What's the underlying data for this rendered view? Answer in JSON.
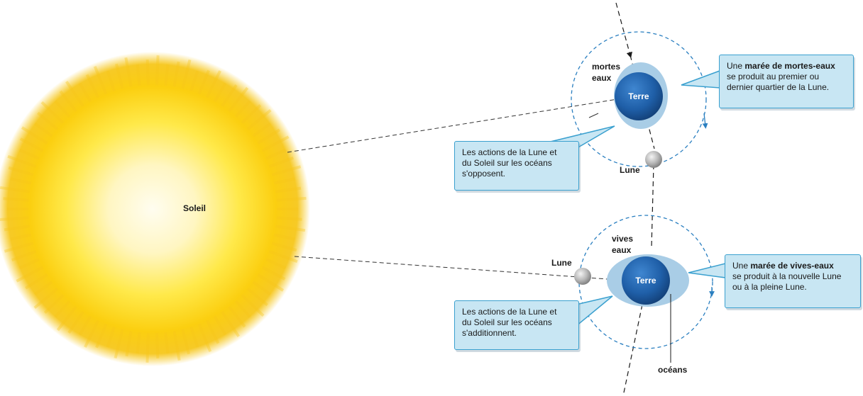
{
  "sun": {
    "label": "Soleil"
  },
  "spring": {
    "earth_label": "Terre",
    "tide_label_line1": "mortes",
    "tide_label_line2": "eaux",
    "moon_label": "Lune",
    "callout_right": {
      "prefix": "Une ",
      "bold": "marée de mortes-eaux",
      "line2": "se produit au  premier ou",
      "line3": "dernier quartier de la Lune."
    },
    "callout_left": {
      "line1": "Les actions de la Lune et",
      "line2": "du Soleil sur les océans",
      "line3": "s'opposent."
    }
  },
  "neap": {
    "earth_label": "Terre",
    "tide_label_line1": "vives",
    "tide_label_line2": "eaux",
    "moon_label": "Lune",
    "oceans_label": "océans",
    "callout_right": {
      "prefix": "Une ",
      "bold": "marée de vives-eaux",
      "line2": "se produit à la nouvelle Lune",
      "line3": "ou à la pleine Lune."
    },
    "callout_left": {
      "line1": "Les actions de la Lune et",
      "line2": "du Soleil sur les océans",
      "line3": "s'additionnent."
    }
  },
  "colors": {
    "sun_core": "#fffbe6",
    "sun_mid": "#ffe033",
    "sun_edge": "#f2b400",
    "earth": "#1f5fa8",
    "ocean": "#a9cde6",
    "orbit": "#2a7fc0",
    "callout_bg": "#c8e6f3",
    "callout_border": "#3aa0cf"
  }
}
